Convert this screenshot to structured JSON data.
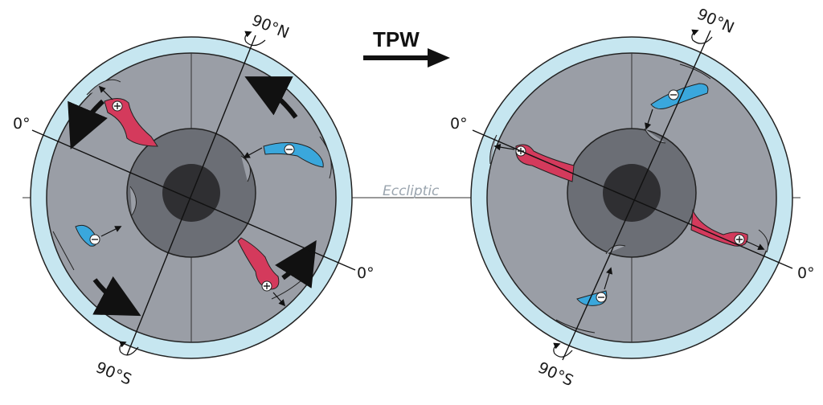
{
  "labels": {
    "transition": "TPW",
    "ecliptic": "Eccliptic",
    "north_pole": "90°N",
    "south_pole": "90°S",
    "equator_left": "0°",
    "equator_right": "0°"
  },
  "colors": {
    "ocean_layer": "#c6e6f0",
    "mantle": "#9a9ea6",
    "outer_core": "#6b6e75",
    "inner_core": "#2f2f32",
    "upwelling": "#d43a5c",
    "slab": "#3aa7dc",
    "outline": "#222222"
  },
  "icons": {
    "positive_anomaly": "plus-circle-icon",
    "negative_anomaly": "minus-circle-icon",
    "rotation": "rotation-arrow-icon"
  }
}
